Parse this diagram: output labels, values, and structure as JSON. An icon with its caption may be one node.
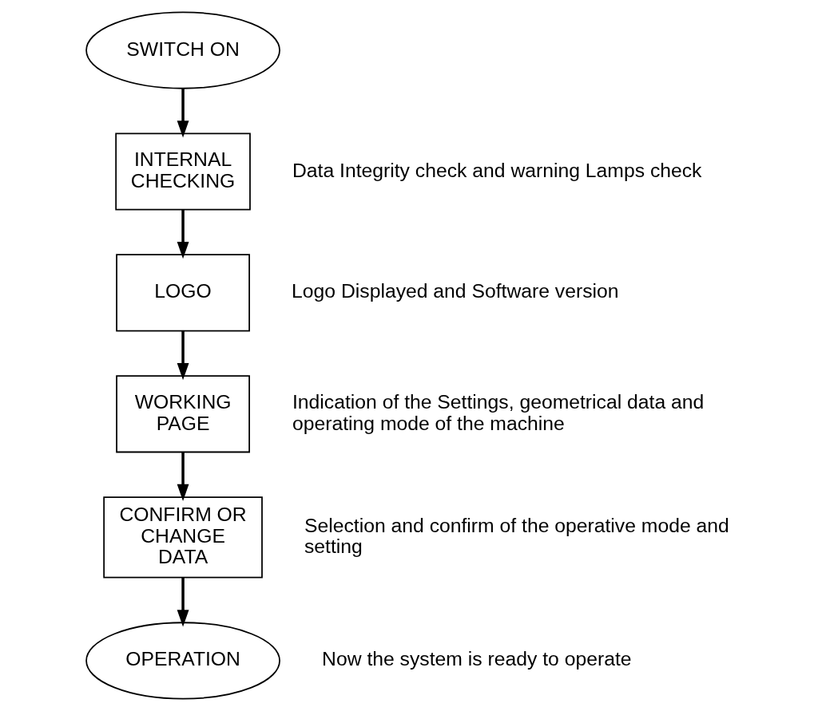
{
  "diagram": {
    "nodes": [
      {
        "text": [
          "SWITCH ON"
        ]
      },
      {
        "text": [
          "INTERNAL CHECKING"
        ],
        "beside": [
          "Data Integrity check and warning Lamps check"
        ]
      },
      {
        "text": [
          "LOGO"
        ],
        "beside": [
          "Logo Displayed and Software version"
        ]
      },
      {
        "text": [
          "WORKING PAGE"
        ],
        "beside": [
          "Indication of the Settings, geometrical data and operating mode of the machine"
        ]
      },
      {
        "text": [
          "CONFIRM OR CHANGE DATA"
        ],
        "beside": [
          "Selection and confirm of the operative mode and setting"
        ]
      },
      {
        "text": [
          "OPERATION"
        ],
        "beside": [
          "Now the system is ready to operate"
        ]
      }
    ],
    "edges": [
      {
        "from": 0,
        "to": 1,
        "arrow": "to"
      },
      {
        "from": 1,
        "to": 2,
        "arrow": "to"
      },
      {
        "from": 2,
        "to": 3,
        "arrow": "to"
      },
      {
        "from": 3,
        "to": 4,
        "arrow": "to"
      },
      {
        "from": 4,
        "to": 5,
        "arrow": "to"
      }
    ]
  }
}
